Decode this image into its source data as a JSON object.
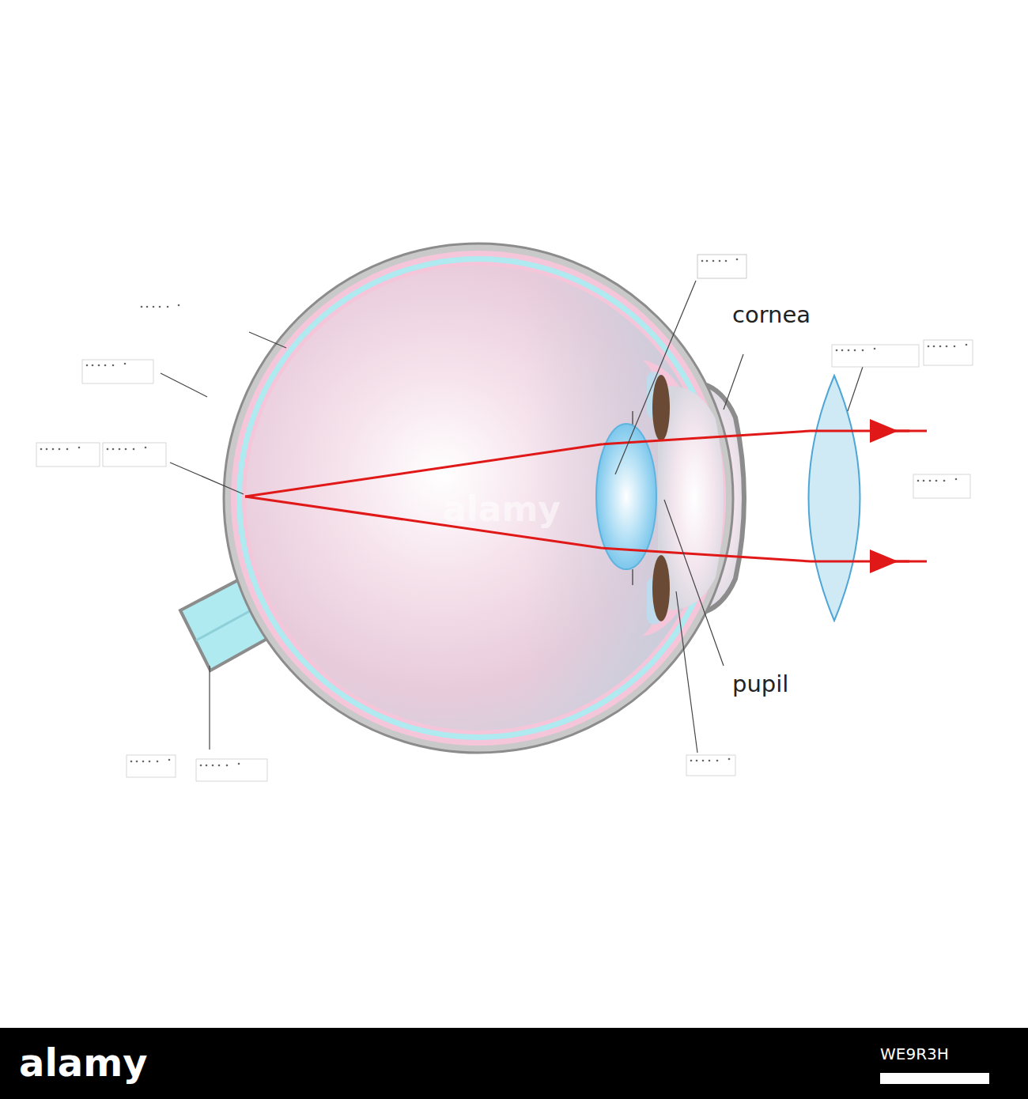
{
  "diagram": {
    "labels": [
      "cornea",
      "alamy",
      "pupil",
      "alamy",
      "WE9R3H"
    ]
  }
}
